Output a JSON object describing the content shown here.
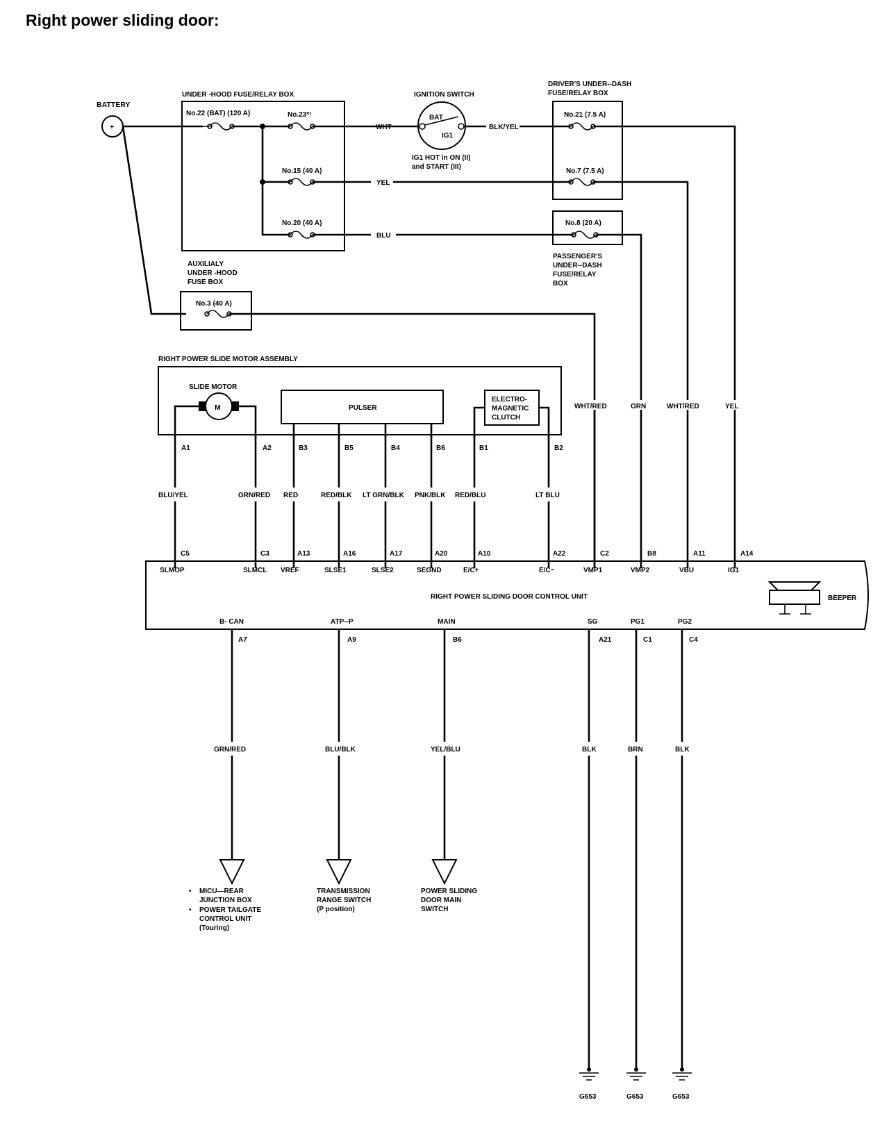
{
  "title": "Right power sliding door:",
  "battery": {
    "label": "BATTERY",
    "symbol": "+"
  },
  "under_hood_box": {
    "title": "UNDER -HOOD FUSE/RELAY BOX",
    "fuse22": "No.22 (BAT) (120 A)",
    "fuse23": "No.23*¹",
    "fuse15": "No.15 (40 A)",
    "fuse20": "No.20 (40 A)"
  },
  "ignition": {
    "title": "IGNITION SWITCH",
    "bat": "BAT",
    "ig1": "IG1",
    "note1": "IG1 HOT in ON (II)",
    "note2": "and START (III)"
  },
  "drivers_box": {
    "title1": "DRIVER'S UNDER--DASH",
    "title2": "FUSE/RELAY BOX",
    "fuse21": "No.21 (7.5 A)",
    "fuse7": "No.7 (7.5 A)"
  },
  "passengers_box": {
    "fuse8": "No.8 (20 A)",
    "t1": "PASSENGER'S",
    "t2": "UNDER--DASH",
    "t3": "FUSE/RELAY",
    "t4": "BOX"
  },
  "aux_box": {
    "t1": "AUXILIALY",
    "t2": "UNDER -HOOD",
    "t3": "FUSE BOX",
    "fuse3": "No.3 (40 A)"
  },
  "wires_top": {
    "wht": "WHT",
    "blk_yel": "BLK/YEL",
    "yel": "YEL",
    "blu": "BLU"
  },
  "motor_assembly": {
    "title": "RIGHT POWER SLIDE MOTOR ASSEMBLY",
    "slide_motor": "SLIDE MOTOR",
    "m": "M",
    "pulser": "PULSER",
    "clutch1": "ELECTRO-",
    "clutch2": "MAGNETIC",
    "clutch3": "CLUTCH"
  },
  "assembly_pins": [
    "A1",
    "A2",
    "B3",
    "B5",
    "B4",
    "B6",
    "B1",
    "B2"
  ],
  "mid_wire_colors": [
    "BLU/YEL",
    "GRN/RED",
    "RED",
    "RED/BLK",
    "LT GRN/BLK",
    "PNK/BLK",
    "RED/BLU",
    "LT BLU"
  ],
  "right_wire_colors": [
    "WHT/RED",
    "GRN",
    "WHT/RED",
    "YEL"
  ],
  "control_unit": {
    "title": "RIGHT POWER SLIDING DOOR CONTROL UNIT",
    "beeper": "BEEPER",
    "top_pins": [
      "C5",
      "C3",
      "A13",
      "A16",
      "A17",
      "A20",
      "A10",
      "A22",
      "C2",
      "B8",
      "A11",
      "A14"
    ],
    "top_terms": [
      "SLMOP",
      "SLMCL",
      "VREF",
      "SLSE1",
      "SLSE2",
      "SEGND",
      "E/C+",
      "E/C−",
      "VMP1",
      "VMP2",
      "VBU",
      "IG1"
    ],
    "bottom_terms": [
      "B- CAN",
      "ATP--P",
      "MAIN",
      "SG",
      "PG1",
      "PG2"
    ],
    "bottom_pins": [
      "A7",
      "A9",
      "B6",
      "A21",
      "C1",
      "C4"
    ]
  },
  "bottom_wire_colors": [
    "GRN/RED",
    "BLU/BLK",
    "YEL/BLU",
    "BLK",
    "BRN",
    "BLK"
  ],
  "destinations": {
    "micu1": "MICU—REAR",
    "micu2": "JUNCTION BOX",
    "tail1": "POWER TAILGATE",
    "tail2": "CONTROL UNIT",
    "tail3": "(Touring)",
    "trans1": "TRANSMISSION",
    "trans2": "RANGE SWITCH",
    "trans3": "(P position)",
    "main1": "POWER SLIDING",
    "main2": "DOOR MAIN",
    "main3": "SWITCH"
  },
  "grounds": [
    "G653",
    "G653",
    "G653"
  ]
}
